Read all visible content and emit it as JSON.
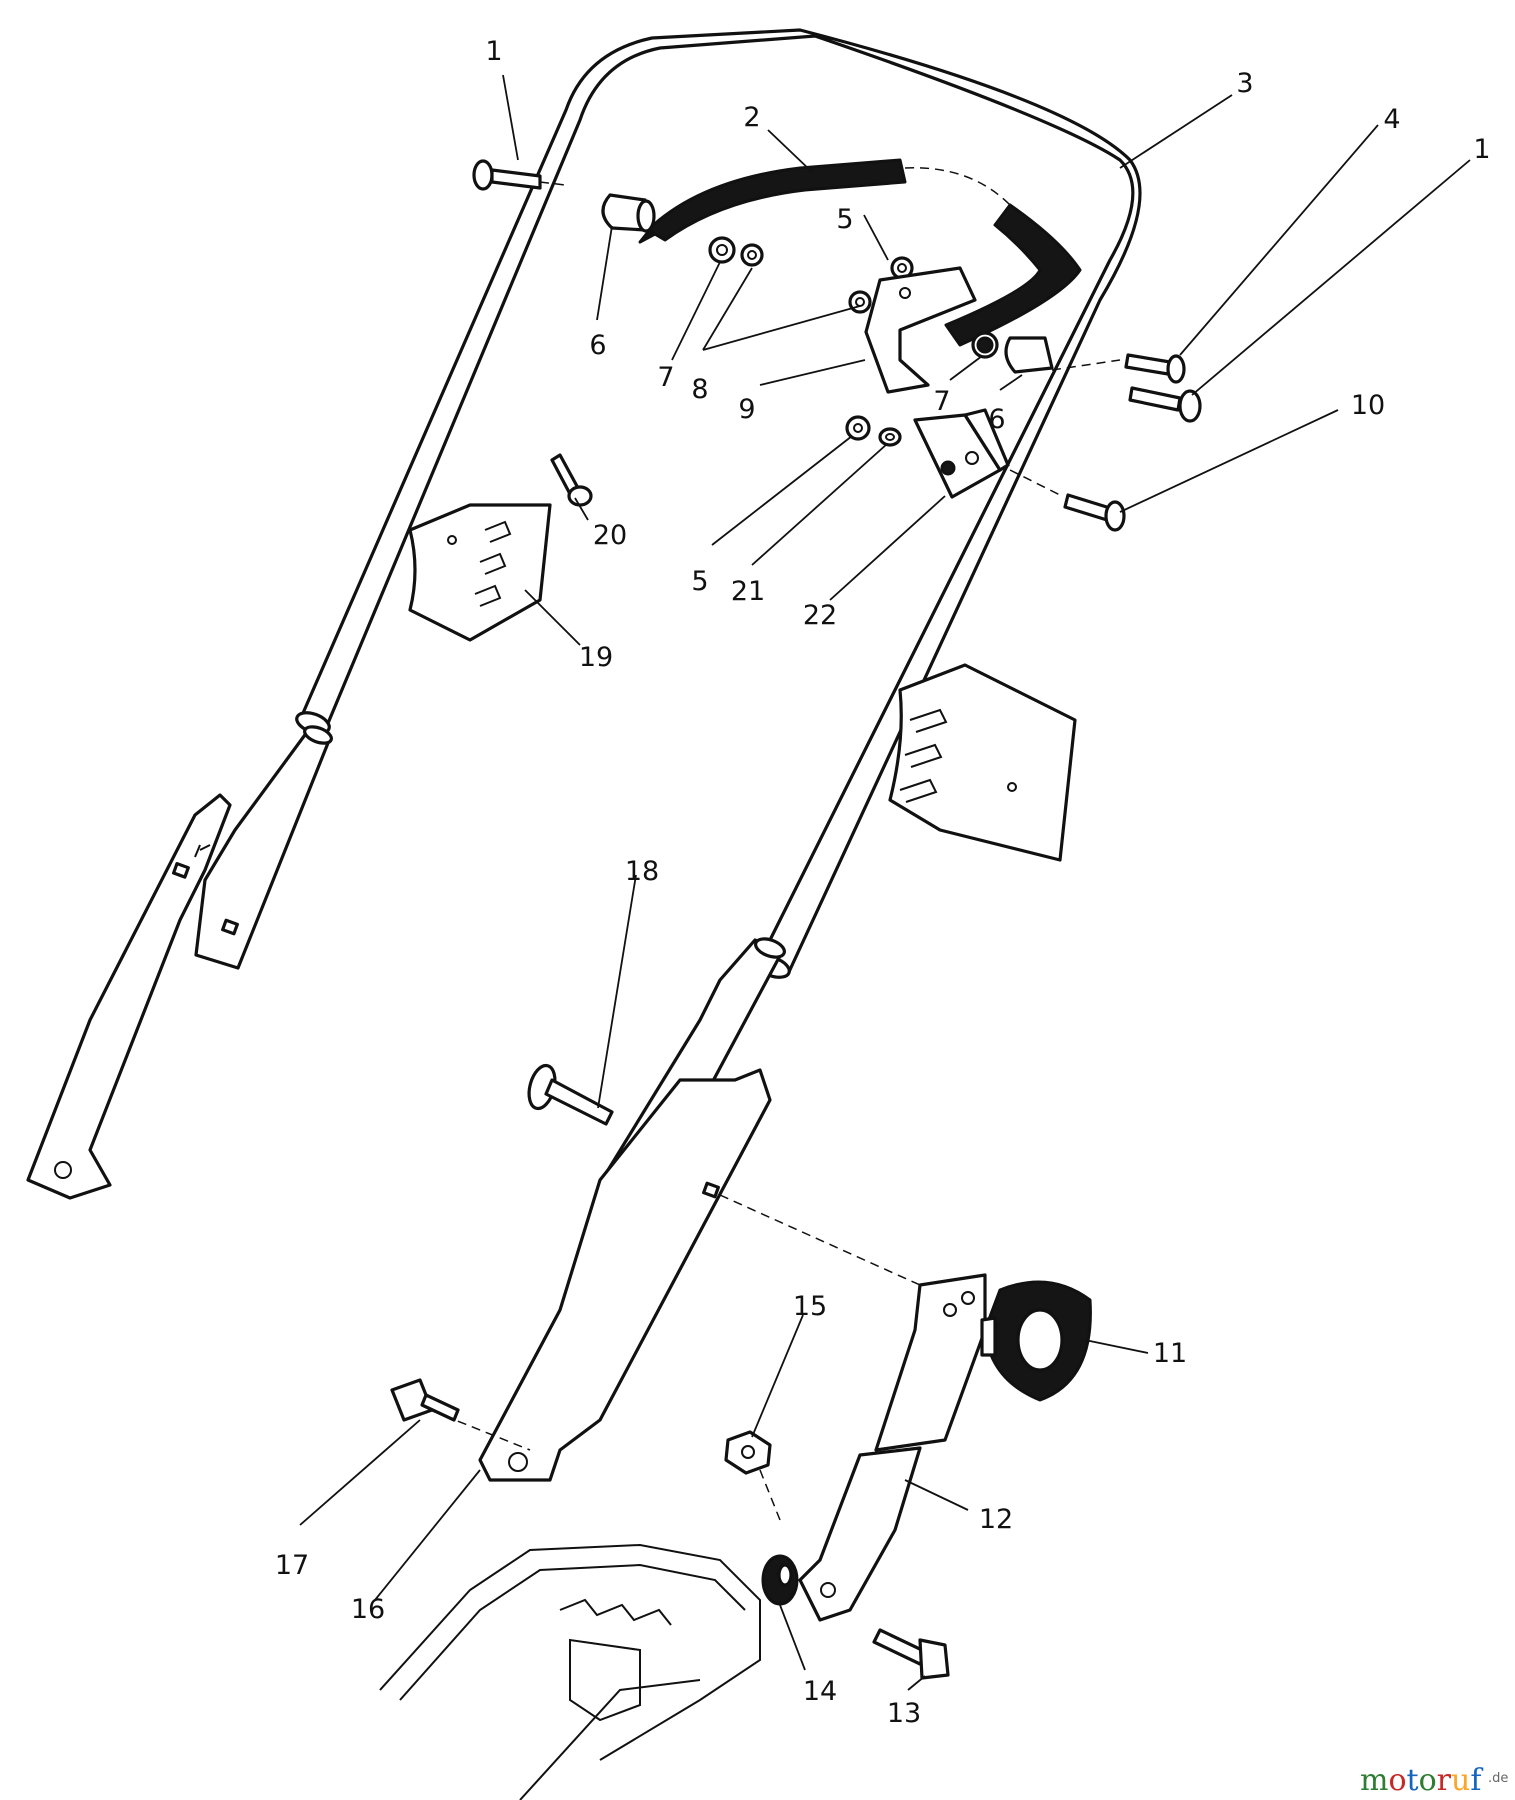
{
  "diagram": {
    "callouts": {
      "c1a": "1",
      "c1b": "1",
      "c2": "2",
      "c3": "3",
      "c4": "4",
      "c5a": "5",
      "c5b": "5",
      "c6a": "6",
      "c6b": "6",
      "c7a": "7",
      "c7b": "7",
      "c8": "8",
      "c9": "9",
      "c10": "10",
      "c11": "11",
      "c12": "12",
      "c13": "13",
      "c14": "14",
      "c15": "15",
      "c16": "16",
      "c17": "17",
      "c18": "18",
      "c19": "19",
      "c20": "20",
      "c21": "21",
      "c22": "22"
    }
  },
  "watermark": {
    "brand": "motoruf",
    "suffix": ".de",
    "colors": {
      "m": "#2e7d32",
      "o1": "#c62828",
      "t": "#1565c0",
      "o2": "#2e7d32",
      "r": "#c62828",
      "u": "#f9a825",
      "f": "#1565c0"
    }
  }
}
